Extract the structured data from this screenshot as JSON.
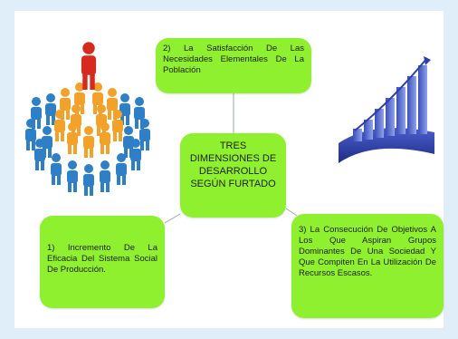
{
  "diagram": {
    "center": "TRES DIMENSIONES DE DESARROLLO SEGÚN FURTADO",
    "top": "2) La Satisfacción De Las Necesidades Elementales De La Población",
    "left": "1) Incremento De La Eficacia Del Sistema Social De Producción.",
    "right": "3) La Consecución De Objetivos A Los Que Aspiran Grupos Dominantes De Una Sociedad Y Que Compiten En La Utilización De Recursos Escasos."
  },
  "colors": {
    "node_fill": "#8ff02f",
    "background": "#dfeef8",
    "connector": "#9aa8b4"
  },
  "images": {
    "left_clipart": "people-hierarchy-pyramid-icon",
    "right_clipart": "3d-bar-chart-icon"
  }
}
